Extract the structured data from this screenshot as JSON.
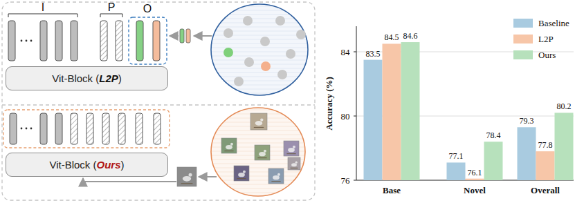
{
  "diagram": {
    "nodes": [
      {
        "text": [
          "Vit-Block (L2P)"
        ]
      },
      {
        "text": [
          "Vit-Block (Ours)"
        ]
      }
    ],
    "labels": [
      "I",
      "P",
      "O",
      "84",
      "80",
      "76",
      "Accuracy (%)",
      "83.5",
      "84.5",
      "84.6",
      "77.1",
      "76.1",
      "78.4",
      "79.3",
      "77.8",
      "80.2",
      "Base",
      "Novel",
      "Overall"
    ],
    "legend": [
      {
        "text": "Baseline",
        "color": "#a9cbe0"
      },
      {
        "text": "L2P",
        "color": "#f7c6a8"
      },
      {
        "text": "Ours",
        "color": "#b7e1bc"
      }
    ]
  }
}
